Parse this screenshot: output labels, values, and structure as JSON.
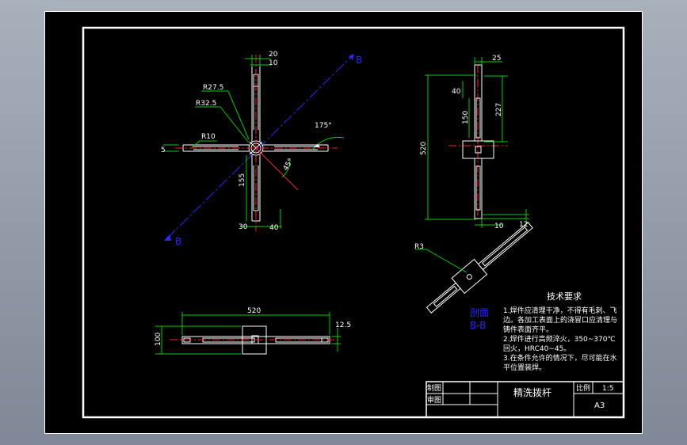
{
  "top_view": {
    "dims": {
      "d20": "20",
      "d10": "10",
      "r27_5": "R27.5",
      "r32_5": "R32.5",
      "r10": "R10",
      "d5": "5",
      "d155": "155",
      "d30": "30",
      "d40": "40",
      "a175": "175°",
      "a45": "45°"
    },
    "section_mark": "B"
  },
  "side_view": {
    "dims": {
      "d25": "25",
      "d40": "40",
      "d150": "150",
      "d227": "227",
      "d520": "520",
      "d10": "10",
      "d12": "12"
    }
  },
  "section_view": {
    "radius": "R3",
    "label_line1": "剖面",
    "label_line2": "B-B"
  },
  "front_view": {
    "dims": {
      "d520": "520",
      "d100": "100",
      "d12_5": "12.5"
    }
  },
  "tech_requirements": {
    "title": "技术要求",
    "lines": [
      "1.焊件应清理干净，不得有毛刺、飞",
      "边。各加工表面上的浇冒口应清理与",
      "铸件表面齐平。",
      "2.焊件进行高频淬火，350~370℃",
      "回火，HRC40~45。",
      "3.在条件允许的情况下，尽可能在水",
      "平位置装焊。"
    ]
  },
  "title_block": {
    "drawn_label": "制图",
    "checked_label": "审图",
    "part_name": "精洗拨杆",
    "ratio_label": "比例",
    "ratio_value": "1:5",
    "sheet_size": "A3"
  }
}
